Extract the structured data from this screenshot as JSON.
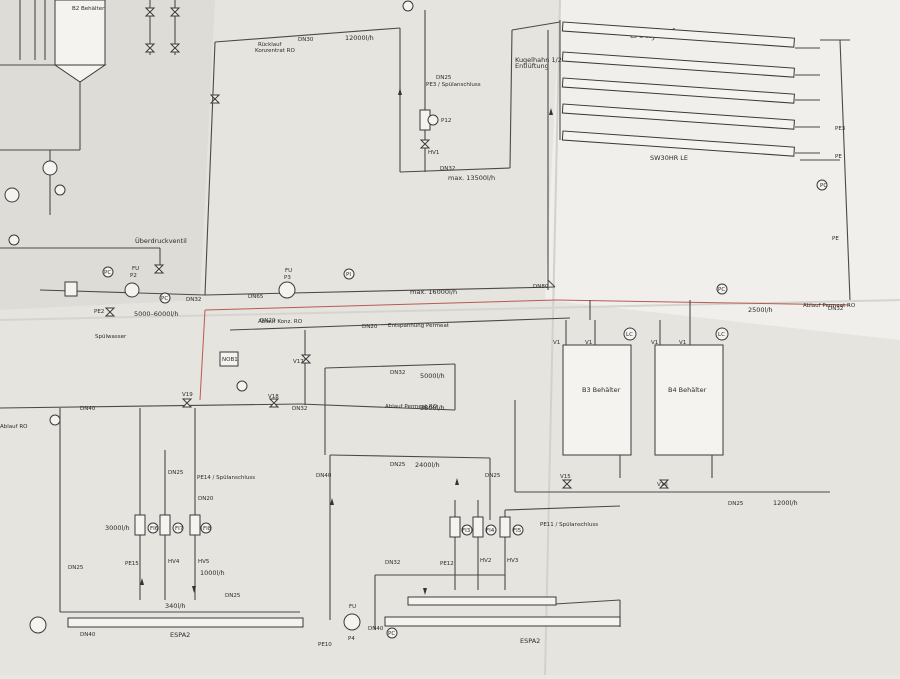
{
  "top": {
    "tank_label": "B2 Behälter",
    "ruecklauf": "Rücklauf",
    "konzentrat_ro": "Konzentrat RO",
    "dn30": "DN30",
    "flow_12000": "12000l/h",
    "dn25": "DN25",
    "pe3": "PE3 / Spülanschluss",
    "p12": "P12",
    "hv1": "HV1",
    "dn32_top": "DN32",
    "max_13500": "max. 13500l/h",
    "kugelhahn": "Kugelhahn 1/2\"",
    "entlueftung": "Entlüftung",
    "skid": "Stufe 1",
    "sw30": "SW30HR LE",
    "pc": "PC",
    "pe": "PE",
    "pe_right": "PE3",
    "pe_right2": "PE"
  },
  "middle": {
    "ueberdruck": "Überdruckventil",
    "fu1": "FU",
    "p2": "P2",
    "pc1": "PC",
    "pc2": "PC",
    "pe2": "PE2",
    "spuelwasser": "Spülwasser",
    "flow_5000_6000": "5000–6000l/h",
    "dn32": "DN32",
    "fu3": "FU",
    "p3": "P3",
    "dn65": "DN65",
    "pi": "PI",
    "max_16000": "max. 16000l/h",
    "dn80": "DN80",
    "pc3": "PC",
    "flow_2500": "2500l/h",
    "ablauf_permeat": "Ablauf Permeat RO",
    "dn32_r": "DN32"
  },
  "lower": {
    "ablauf_konz": "Ablauf Konz. RO",
    "dn20": "DN20",
    "dn20b": "DN20",
    "entspannung": "Entspannung Permeat",
    "b3": "B3 Behälter",
    "b4": "B4 Behälter",
    "v1": "V1",
    "v1b": "V1",
    "v1c": "V1",
    "v1d": "V1",
    "lc": "LC",
    "lc2": "LC",
    "nob1": "NOB1",
    "v17": "V17",
    "dn32": "DN32",
    "flow_5000": "5000l/h",
    "v19": "V19",
    "v18": "V18",
    "dn32b": "DN32",
    "ablauf_permeat": "Ablauf Permeat RO",
    "flow_3800": "3800l/h",
    "dn40": "DN40",
    "dn25": "DN25",
    "pe14": "PE14 / Spülanschluss",
    "dn20c": "DN20",
    "flow_3000": "3000l/h",
    "fi6": "FI6",
    "fi7": "FI7",
    "fi8": "FI8",
    "pe15": "PE15",
    "hv4": "HV4",
    "hv5": "HV5",
    "flow_1000": "1000l/h",
    "dn25b": "DN25",
    "flow_340": "340l/h",
    "dn25c": "DN25",
    "espa2_left": "ESPA2",
    "dn40b": "DN40",
    "dn25d": "DN25",
    "flow_2400": "2400l/h",
    "dn25e": "DN25",
    "fi3": "FI3",
    "fi4": "FI4",
    "fi5": "FI5",
    "pe12": "PE12",
    "hv2": "HV2",
    "hv3": "HV3",
    "pe11": "PE11 / Spülanschluss",
    "v15": "V15",
    "v16": "V16",
    "dn25f": "DN25",
    "flow_1200": "1200l/h",
    "dn32c": "DN32",
    "fu4": "FU",
    "p4": "P4",
    "dn40c": "DN40",
    "pc4": "PC",
    "pe10": "PE10",
    "espa2_right": "ESPA2",
    "dn40_left": "DN40",
    "ablauf_ro": "Ablauf RO"
  }
}
